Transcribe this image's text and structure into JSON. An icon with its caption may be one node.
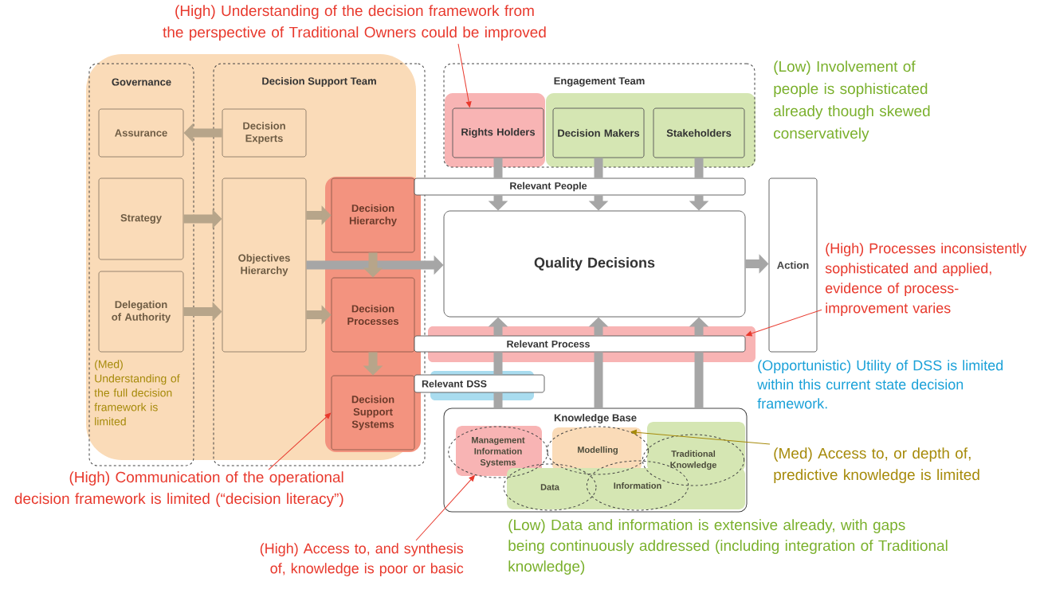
{
  "diagram": {
    "nodes": [
      {
        "text": [
          "Governance"
        ]
      },
      {
        "text": [
          "Decision Support Team"
        ]
      },
      {
        "text": [
          "Engagement Team"
        ]
      },
      {
        "text": [
          "Assurance"
        ],
        "in": 0
      },
      {
        "text": [
          "Strategy"
        ],
        "in": 0
      },
      {
        "text": [
          "Delegation of Authority"
        ],
        "in": 0
      },
      {
        "text": [
          "Decision Experts"
        ],
        "in": 1
      },
      {
        "text": [
          "Objectives Hierarchy"
        ],
        "in": 1
      },
      {
        "text": [
          "Decision Hierarchy"
        ],
        "in": 1
      },
      {
        "text": [
          "Decision Processes"
        ],
        "in": 1
      },
      {
        "text": [
          "Decision Support Systems"
        ],
        "in": 1
      },
      {
        "text": [
          "Rights Holders"
        ],
        "in": 2
      },
      {
        "text": [
          "Decision Makers"
        ],
        "in": 2
      },
      {
        "text": [
          "Stakeholders"
        ],
        "in": 2
      },
      {
        "text": [
          "Relevant People"
        ]
      },
      {
        "text": [
          "Quality Decisions"
        ]
      },
      {
        "text": [
          "Action"
        ]
      },
      {
        "text": [
          "Relevant Process"
        ]
      },
      {
        "text": [
          "Relevant DSS"
        ]
      },
      {
        "text": [
          "Knowledge Base"
        ]
      },
      {
        "text": [
          "Management Information Systems"
        ],
        "in": 19
      },
      {
        "text": [
          "Modelling"
        ],
        "in": 19
      },
      {
        "text": [
          "Traditional Knowledge"
        ],
        "in": 19
      },
      {
        "text": [
          "Data"
        ],
        "in": 19
      },
      {
        "text": [
          "Information"
        ],
        "in": 19
      },
      {
        "text": [
          "(High) Understanding of the decision framework from the perspective of Traditional Owners could be improved"
        ]
      },
      {
        "text": [
          "(High) Processes inconsistently sophisticated and applied, evidence of process-improvement varies"
        ]
      },
      {
        "text": [
          "(High) Communication of the operational decision framework is limited (“decision literacy”)"
        ]
      },
      {
        "text": [
          "(Med) Access to, or depth of, predictive knowledge is limited"
        ]
      },
      {
        "text": [
          "(High) Access to, and synthesis of, knowledge is poor or basic"
        ]
      }
    ],
    "edges": [
      {
        "from": 6,
        "to": 3,
        "arrow": "to",
        "color": "#b7a58a"
      },
      {
        "from": 4,
        "to": 7,
        "arrow": "to",
        "color": "#b7a58a"
      },
      {
        "from": 5,
        "to": 7,
        "arrow": "to",
        "color": "#b7a58a"
      },
      {
        "from": 7,
        "to": 8,
        "arrow": "to",
        "color": "#b7a58a"
      },
      {
        "from": 7,
        "to": 9,
        "arrow": "to",
        "color": "#b7a58a"
      },
      {
        "from": 7,
        "to": 15,
        "arrow": "to"
      },
      {
        "from": 8,
        "to": 9,
        "arrow": "to",
        "color": "#b7a58a"
      },
      {
        "from": 9,
        "to": 10,
        "arrow": "to",
        "color": "#b7a58a"
      },
      {
        "from": 11,
        "to": 14,
        "arrow": "none"
      },
      {
        "from": 12,
        "to": 14,
        "arrow": "none"
      },
      {
        "from": 13,
        "to": 14,
        "arrow": "none"
      },
      {
        "from": 14,
        "to": 15,
        "arrow": "to"
      },
      {
        "from": 14,
        "to": 15,
        "arrow": "to"
      },
      {
        "from": 14,
        "to": 15,
        "arrow": "to"
      },
      {
        "from": 15,
        "to": 16,
        "arrow": "to"
      },
      {
        "from": 19,
        "to": 18,
        "arrow": "none"
      },
      {
        "from": 18,
        "to": 17,
        "arrow": "none"
      },
      {
        "from": 19,
        "to": 17,
        "arrow": "none"
      },
      {
        "from": 19,
        "to": 17,
        "arrow": "none"
      },
      {
        "from": 17,
        "to": 15,
        "arrow": "to"
      },
      {
        "from": 17,
        "to": 15,
        "arrow": "to"
      },
      {
        "from": 17,
        "to": 15,
        "arrow": "to"
      },
      {
        "from": 25,
        "to": 11,
        "arrow": "to",
        "color": "#e8392d"
      },
      {
        "from": 26,
        "to": 17,
        "arrow": "to",
        "color": "#e8392d"
      },
      {
        "from": 27,
        "to": 10,
        "arrow": "to",
        "color": "#e8392d"
      },
      {
        "from": 28,
        "to": 21,
        "arrow": "to",
        "color": "#a68a0a"
      },
      {
        "from": 29,
        "to": 20,
        "arrow": "to",
        "color": "#e8392d"
      }
    ],
    "labels": [
      "(Low) Involvement of people is sophisticated already though skewed conservatively",
      "(Med) Understanding of the full decision framework is limited",
      "(Opportunistic) Utility of DSS is limited within this current state decision framework.",
      "(Low) Data and information is extensive already, with gaps being continuously addressed (including integration of Traditional knowledge)"
    ]
  }
}
